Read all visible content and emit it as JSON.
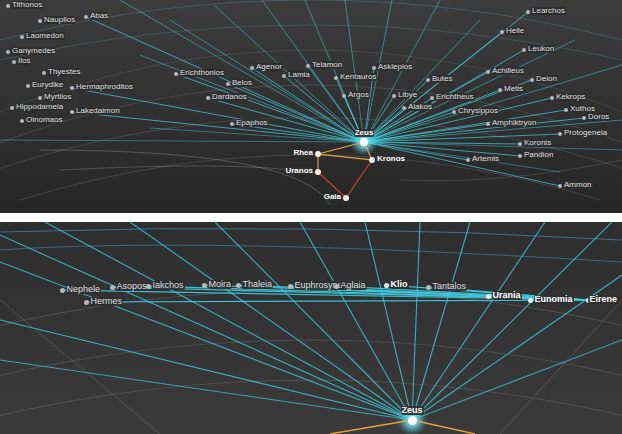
{
  "diagram": {
    "nodes": [
      {
        "text": [
          "Tithonos"
        ]
      },
      {
        "text": [
          "Abas"
        ]
      },
      {
        "text": [
          "Nauplios"
        ]
      },
      {
        "text": [
          "Laomedon"
        ]
      },
      {
        "text": [
          "Ganymedes"
        ]
      },
      {
        "text": [
          "Ilos"
        ]
      },
      {
        "text": [
          "Thyestes"
        ]
      },
      {
        "text": [
          "Erichthonios"
        ]
      },
      {
        "text": [
          "Belos"
        ]
      },
      {
        "text": [
          "Agenor"
        ]
      },
      {
        "text": [
          "Lamia"
        ]
      },
      {
        "text": [
          "Telamon"
        ]
      },
      {
        "text": [
          "Kentauros"
        ]
      },
      {
        "text": [
          "Asklepios"
        ]
      },
      {
        "text": [
          "Butes"
        ]
      },
      {
        "text": [
          "Achilleus"
        ]
      },
      {
        "text": [
          "Deion"
        ]
      },
      {
        "text": [
          "Metis"
        ]
      },
      {
        "text": [
          "Helle"
        ]
      },
      {
        "text": [
          "Learchos"
        ]
      },
      {
        "text": [
          "Leukon"
        ]
      },
      {
        "text": [
          "Eurydike"
        ]
      },
      {
        "text": [
          "Hermaphroditos"
        ]
      },
      {
        "text": [
          "Myrtilos"
        ]
      },
      {
        "text": [
          "Hippodameia"
        ]
      },
      {
        "text": [
          "Lakedaimon"
        ]
      },
      {
        "text": [
          "Oinomaos"
        ]
      },
      {
        "text": [
          "Dardanos"
        ]
      },
      {
        "text": [
          "Argos"
        ]
      },
      {
        "text": [
          "Libye"
        ]
      },
      {
        "text": [
          "Erichtheus"
        ]
      },
      {
        "text": [
          "Kekrops"
        ]
      },
      {
        "text": [
          "Alakos"
        ]
      },
      {
        "text": [
          "Chrysippos"
        ]
      },
      {
        "text": [
          "Xuthos"
        ]
      },
      {
        "text": [
          "Doros"
        ]
      },
      {
        "text": [
          "Amphiktryon"
        ]
      },
      {
        "text": [
          "Protogeneia"
        ]
      },
      {
        "text": [
          "Koronis"
        ]
      },
      {
        "text": [
          "Pandion"
        ]
      },
      {
        "text": [
          "Epaphos"
        ]
      },
      {
        "text": [
          "Artemis"
        ]
      },
      {
        "text": [
          "Ammon"
        ]
      },
      {
        "text": [
          "Zeus"
        ]
      },
      {
        "text": [
          "Rhea"
        ]
      },
      {
        "text": [
          "Kronos"
        ]
      },
      {
        "text": [
          "Uranos"
        ]
      },
      {
        "text": [
          "Gaia"
        ]
      },
      {
        "text": [
          "Nephele"
        ]
      },
      {
        "text": [
          "Hermes"
        ]
      },
      {
        "text": [
          "Asopos"
        ]
      },
      {
        "text": [
          "Iakchos"
        ]
      },
      {
        "text": [
          "Moira"
        ]
      },
      {
        "text": [
          "Thaleia"
        ]
      },
      {
        "text": [
          "Euphrosyne"
        ]
      },
      {
        "text": [
          "Aglaia"
        ]
      },
      {
        "text": [
          "Klio"
        ]
      },
      {
        "text": [
          "Tantalos"
        ]
      },
      {
        "text": [
          "Urania"
        ]
      },
      {
        "text": [
          "Eunomia"
        ]
      },
      {
        "text": [
          "Eirene"
        ]
      },
      {
        "text": [
          "Zeus"
        ]
      }
    ],
    "edges": [
      {
        "from": 43,
        "to": 1,
        "arrow": "none"
      },
      {
        "from": 43,
        "to": 7,
        "arrow": "none"
      },
      {
        "from": 43,
        "to": 8,
        "arrow": "none"
      },
      {
        "from": 43,
        "to": 9,
        "arrow": "none"
      },
      {
        "from": 43,
        "to": 10,
        "arrow": "none"
      },
      {
        "from": 43,
        "to": 11,
        "arrow": "none"
      },
      {
        "from": 43,
        "to": 12,
        "arrow": "none"
      },
      {
        "from": 43,
        "to": 13,
        "arrow": "none"
      },
      {
        "from": 43,
        "to": 14,
        "arrow": "none"
      },
      {
        "from": 43,
        "to": 15,
        "arrow": "none"
      },
      {
        "from": 43,
        "to": 16,
        "arrow": "none"
      },
      {
        "from": 43,
        "to": 17,
        "arrow": "none"
      },
      {
        "from": 43,
        "to": 18,
        "arrow": "none"
      },
      {
        "from": 43,
        "to": 19,
        "arrow": "none"
      },
      {
        "from": 43,
        "to": 20,
        "arrow": "none"
      },
      {
        "from": 43,
        "to": 22,
        "arrow": "none"
      },
      {
        "from": 43,
        "to": 25,
        "arrow": "none"
      },
      {
        "from": 43,
        "to": 27,
        "arrow": "none"
      },
      {
        "from": 43,
        "to": 28,
        "arrow": "none"
      },
      {
        "from": 43,
        "to": 29,
        "arrow": "none"
      },
      {
        "from": 43,
        "to": 30,
        "arrow": "none"
      },
      {
        "from": 43,
        "to": 31,
        "arrow": "none"
      },
      {
        "from": 43,
        "to": 32,
        "arrow": "none"
      },
      {
        "from": 43,
        "to": 33,
        "arrow": "none"
      },
      {
        "from": 43,
        "to": 34,
        "arrow": "none"
      },
      {
        "from": 43,
        "to": 35,
        "arrow": "none"
      },
      {
        "from": 43,
        "to": 36,
        "arrow": "none"
      },
      {
        "from": 43,
        "to": 37,
        "arrow": "none"
      },
      {
        "from": 43,
        "to": 38,
        "arrow": "none"
      },
      {
        "from": 43,
        "to": 39,
        "arrow": "none"
      },
      {
        "from": 43,
        "to": 40,
        "arrow": "none"
      },
      {
        "from": 43,
        "to": 41,
        "arrow": "none"
      },
      {
        "from": 43,
        "to": 42,
        "arrow": "none"
      },
      {
        "from": 43,
        "to": 44,
        "arrow": "none"
      },
      {
        "from": 43,
        "to": 45,
        "arrow": "none"
      },
      {
        "from": 44,
        "to": 45,
        "arrow": "none"
      },
      {
        "from": 44,
        "to": 46,
        "arrow": "none"
      },
      {
        "from": 46,
        "to": 47,
        "arrow": "none"
      },
      {
        "from": 45,
        "to": 47,
        "arrow": "none"
      },
      {
        "from": 60,
        "to": 48,
        "arrow": "none"
      },
      {
        "from": 60,
        "to": 49,
        "arrow": "none"
      },
      {
        "from": 60,
        "to": 50,
        "arrow": "none"
      },
      {
        "from": 60,
        "to": 51,
        "arrow": "none"
      },
      {
        "from": 60,
        "to": 52,
        "arrow": "none"
      },
      {
        "from": 60,
        "to": 53,
        "arrow": "none"
      },
      {
        "from": 60,
        "to": 54,
        "arrow": "none"
      },
      {
        "from": 60,
        "to": 55,
        "arrow": "none"
      },
      {
        "from": 60,
        "to": 56,
        "arrow": "none"
      },
      {
        "from": 60,
        "to": 57,
        "arrow": "none"
      },
      {
        "from": 60,
        "to": 58,
        "arrow": "none"
      },
      {
        "from": 60,
        "to": 59,
        "arrow": "none"
      }
    ]
  }
}
